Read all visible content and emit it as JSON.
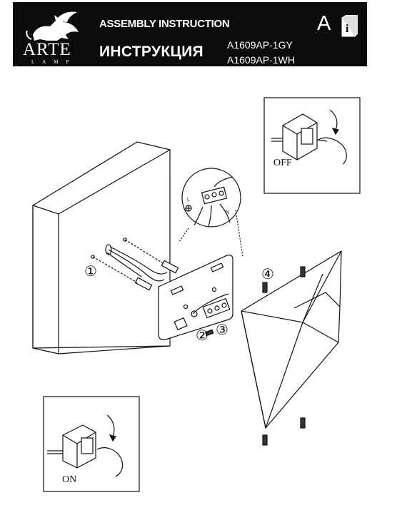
{
  "header": {
    "brand": "ARTE",
    "brand_sub": "LAMP",
    "title_en": "ASSEMBLY INSTRUCTION",
    "title_ru": "ИНСТРУКЦИЯ",
    "models": [
      "A1609AP-1GY",
      "A1609AP-1WH"
    ],
    "lang_letter": "A",
    "info_glyph": "i"
  },
  "panels": {
    "off_label": "OFF",
    "on_label": "ON"
  },
  "steps": [
    "①",
    "②",
    "③",
    "④"
  ],
  "terminal_labels": {
    "live": "L",
    "neutral": "N"
  },
  "icons": [
    "griffin-logo-icon",
    "info-book-icon",
    "rotate-arrow-icon",
    "hand-icon",
    "ground-icon"
  ],
  "colors": {
    "header_bg": "#0b0b0b",
    "ink": "#111111"
  }
}
